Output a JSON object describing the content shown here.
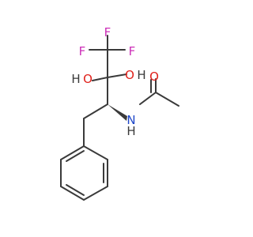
{
  "atoms": {
    "f_top": "F",
    "f_left": "F",
    "f_right": "F",
    "hydroxyl_left_o": "O",
    "hydroxyl_left_h": "H",
    "hydroxyl_right_o": "O",
    "hydroxyl_right_h": "H",
    "carbonyl_o": "O",
    "amide_n": "N",
    "amide_h": "H"
  },
  "colors": {
    "bond": "#3a3a3a",
    "fluorine": "#cc2fb8",
    "oxygen": "#e0211b",
    "nitrogen": "#1d46c8"
  }
}
